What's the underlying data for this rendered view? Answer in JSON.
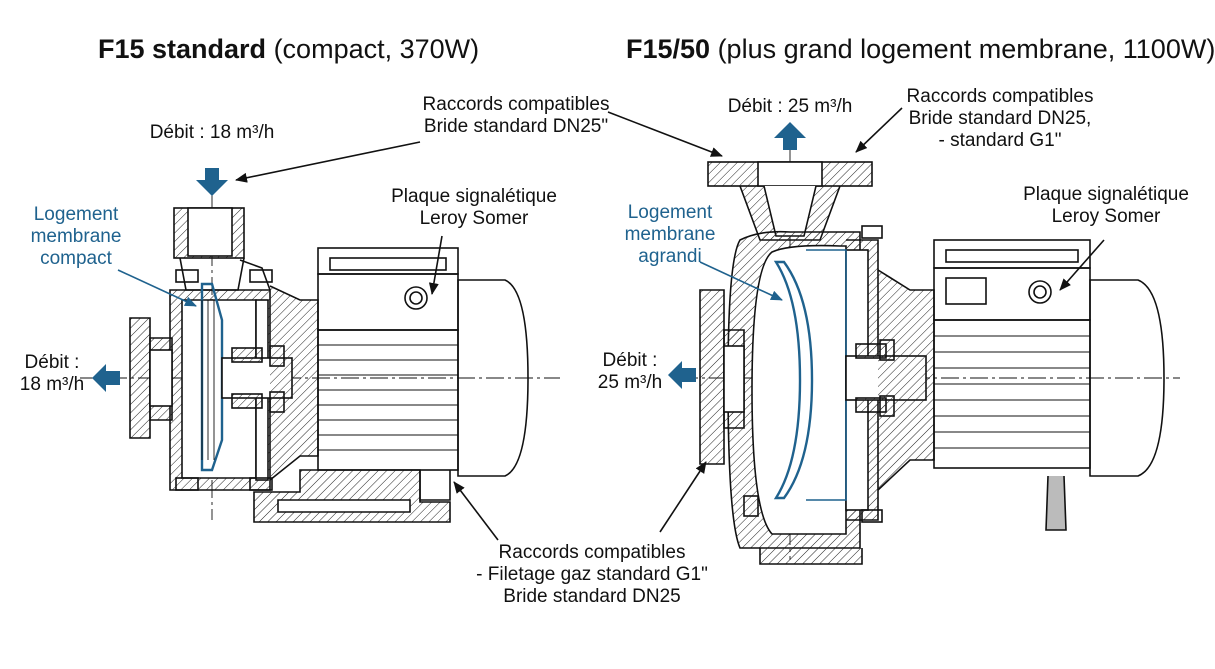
{
  "titles": {
    "left_model": "F15 standard",
    "left_desc": " (compact, 370W)",
    "right_model": "F15/50",
    "right_desc": " (plus grand logement membrane, 1100W)"
  },
  "left": {
    "flow_top": "Débit : 18 m³/h",
    "flow_side": [
      "Débit :",
      "18 m³/h"
    ],
    "housing": [
      "Logement",
      "membrane",
      "compact"
    ],
    "plate": [
      "Plaque signalétique",
      "Leroy Somer"
    ]
  },
  "right": {
    "flow_top": "Débit : 25 m³/h",
    "flow_side": [
      "Débit :",
      "25 m³/h"
    ],
    "housing": [
      "Logement",
      "membrane",
      "agrandi"
    ],
    "plate": [
      "Plaque signalétique",
      "Leroy Somer"
    ],
    "fittings_top": [
      "Raccords compatibles",
      "Bride standard DN25,",
      "- standard G1\""
    ]
  },
  "shared": {
    "fittings_top": [
      "Raccords compatibles",
      "Bride standard DN25\""
    ],
    "fittings_bottom": [
      "Raccords compatibles",
      "- Filetage gaz standard G1\"",
      "Bride standard DN25"
    ]
  },
  "colors": {
    "accent": "#1f628e",
    "ink": "#111111"
  }
}
